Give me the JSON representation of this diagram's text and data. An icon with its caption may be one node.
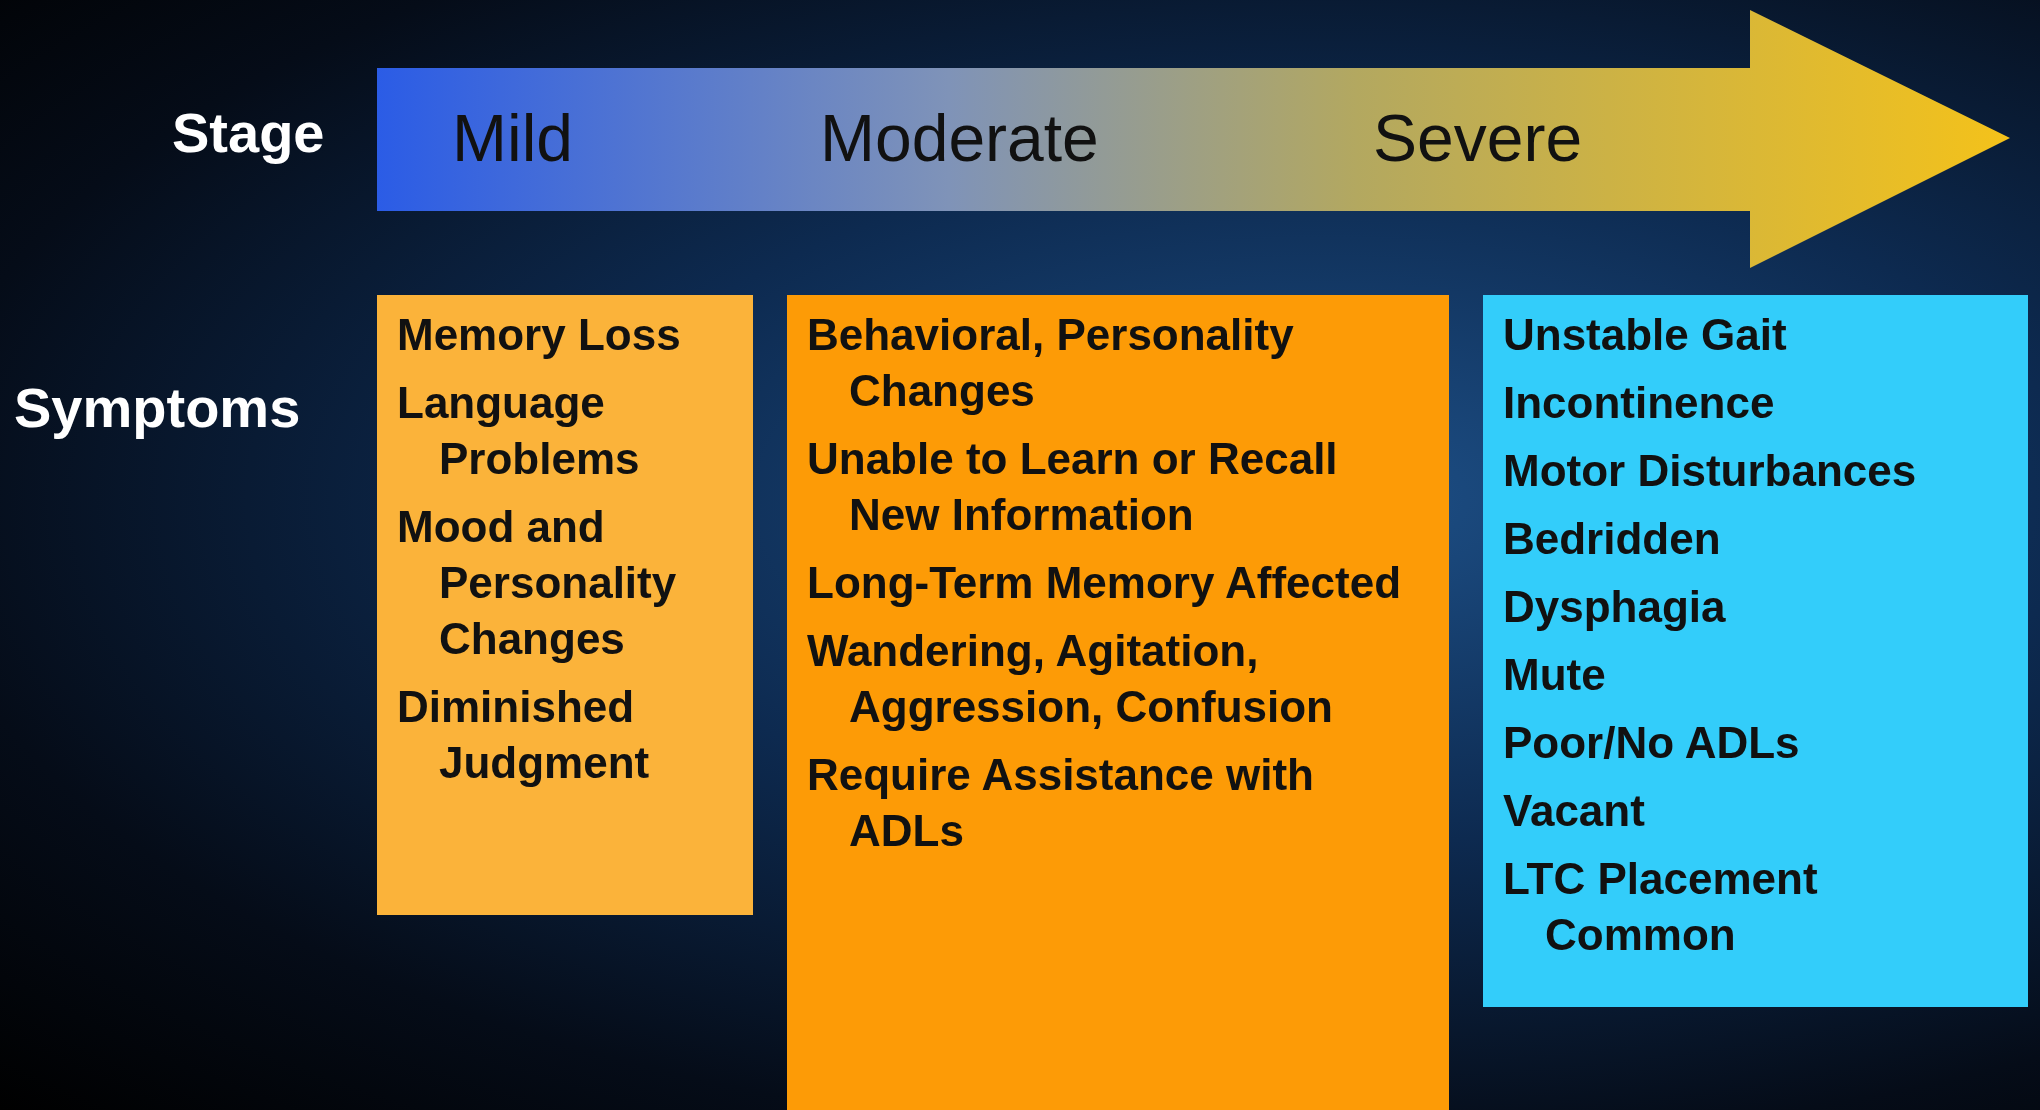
{
  "diagram": {
    "nodes": [
      {
        "text": [
          "Mild",
          "Moderate",
          "Severe"
        ]
      },
      {
        "text": [
          "Memory Loss",
          "Language Problems",
          "Mood and Personality Changes",
          "Diminished Judgment"
        ]
      },
      {
        "text": [
          "Behavioral, Personality Changes",
          "Unable to Learn or Recall New Information",
          "Long-Term Memory Affected",
          "Wandering, Agitation, Aggression, Confusion",
          "Require Assistance with ADLs"
        ]
      },
      {
        "text": [
          "Unstable Gait",
          "Incontinence",
          "Motor Disturbances",
          "Bedridden",
          "Dysphagia",
          "Mute",
          "Poor/No ADLs",
          "Vacant",
          "LTC Placement Common"
        ]
      }
    ],
    "edges": [],
    "labels": [
      "Stage",
      "Symptoms"
    ]
  }
}
